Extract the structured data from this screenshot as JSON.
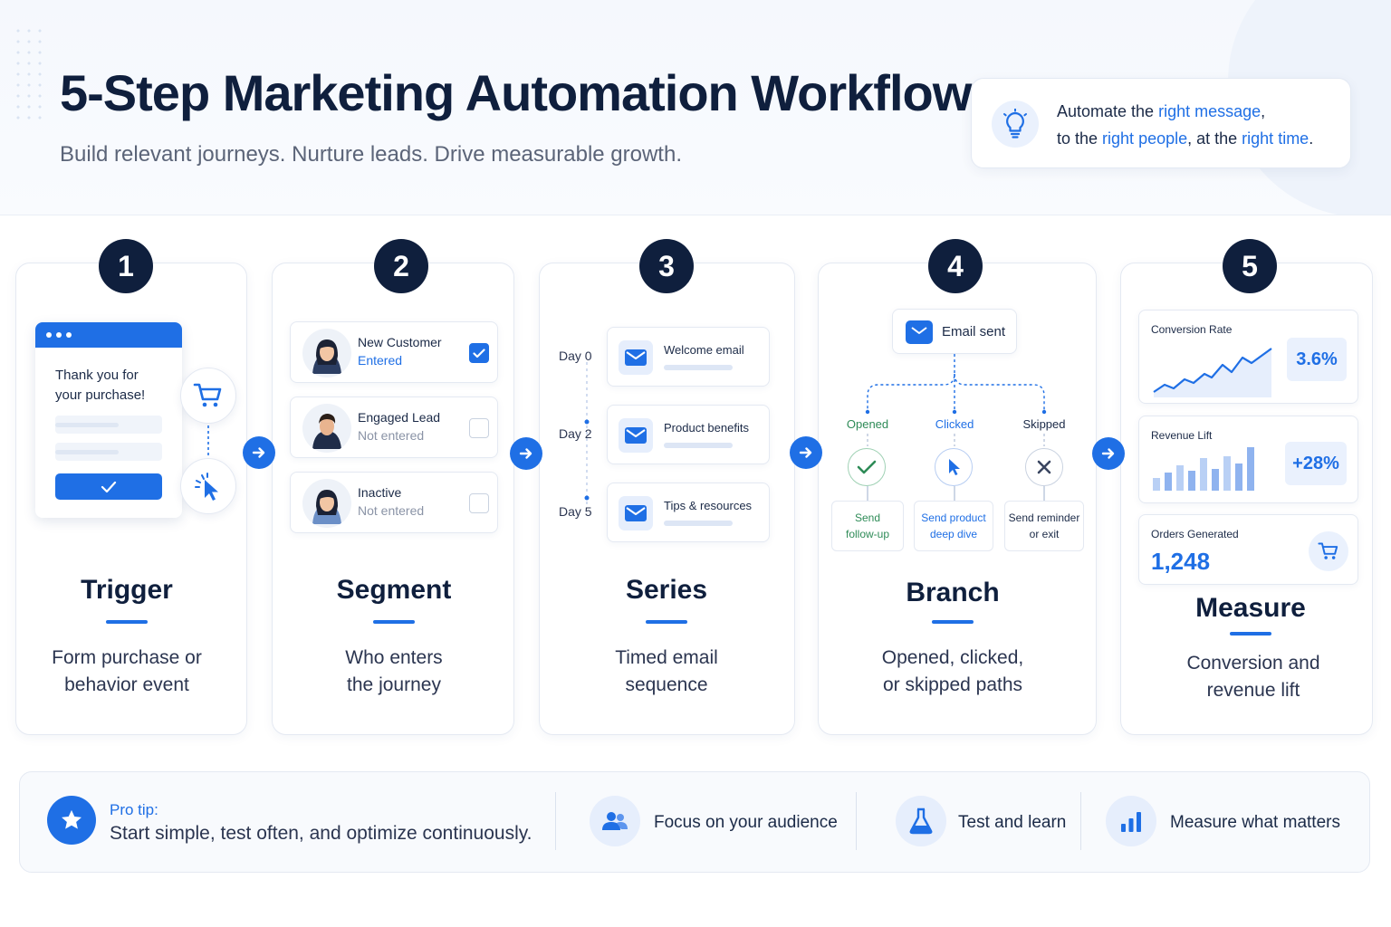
{
  "header": {
    "title": "5-Step Marketing Automation Workflow",
    "subtitle": "Build relevant journeys. Nurture leads. Drive measurable growth.",
    "callout": {
      "icon": "lightbulb-icon",
      "line1_a": "Automate the ",
      "line1_b": "right message",
      "line1_c": ",",
      "line2_a": "to the ",
      "line2_b": "right people",
      "line2_c": ", at the ",
      "line2_d": "right time",
      "line2_e": "."
    }
  },
  "colors": {
    "accent": "#1f6fe5",
    "navy": "#0f1f3d",
    "success": "#2e8b57",
    "muted": "#8a93a6"
  },
  "steps": [
    {
      "number": "1",
      "title": "Trigger",
      "desc_line1": "Form purchase or",
      "desc_line2": "behavior event",
      "window_text_1": "Thank you for",
      "window_text_2": "your purchase!",
      "icons": [
        "cart-icon",
        "cursor-click-icon"
      ]
    },
    {
      "number": "2",
      "title": "Segment",
      "desc_line1": "Who enters",
      "desc_line2": "the journey",
      "rows": [
        {
          "name": "New Customer",
          "status": "Entered",
          "checked": true
        },
        {
          "name": "Engaged Lead",
          "status": "Not entered",
          "checked": false
        },
        {
          "name": "Inactive",
          "status": "Not entered",
          "checked": false
        }
      ]
    },
    {
      "number": "3",
      "title": "Series",
      "desc_line1": "Timed email",
      "desc_line2": "sequence",
      "emails": [
        {
          "day": "Day 0",
          "label": "Welcome email"
        },
        {
          "day": "Day 2",
          "label": "Product benefits"
        },
        {
          "day": "Day 5",
          "label": "Tips & resources"
        }
      ]
    },
    {
      "number": "4",
      "title": "Branch",
      "desc_line1": "Opened, clicked,",
      "desc_line2": "or skipped paths",
      "root": "Email sent",
      "branches": [
        {
          "label": "Opened",
          "action_1": "Send",
          "action_2": "follow-up"
        },
        {
          "label": "Clicked",
          "action_1": "Send product",
          "action_2": "deep dive"
        },
        {
          "label": "Skipped",
          "action_1": "Send reminder",
          "action_2": "or exit"
        }
      ]
    },
    {
      "number": "5",
      "title": "Measure",
      "desc_line1": "Conversion and",
      "desc_line2": "revenue lift",
      "metrics": [
        {
          "label": "Conversion Rate",
          "value": "3.6%"
        },
        {
          "label": "Revenue Lift",
          "value": "+28%"
        },
        {
          "label": "Orders Generated",
          "value": "1,248"
        }
      ]
    }
  ],
  "tips": {
    "pro_label": "Pro tip:",
    "pro_text": "Start simple, test often, and optimize continuously.",
    "items": [
      {
        "icon": "users-icon",
        "label": "Focus on your audience"
      },
      {
        "icon": "flask-icon",
        "label": "Test and learn"
      },
      {
        "icon": "bar-chart-icon",
        "label": "Measure what matters"
      }
    ]
  }
}
